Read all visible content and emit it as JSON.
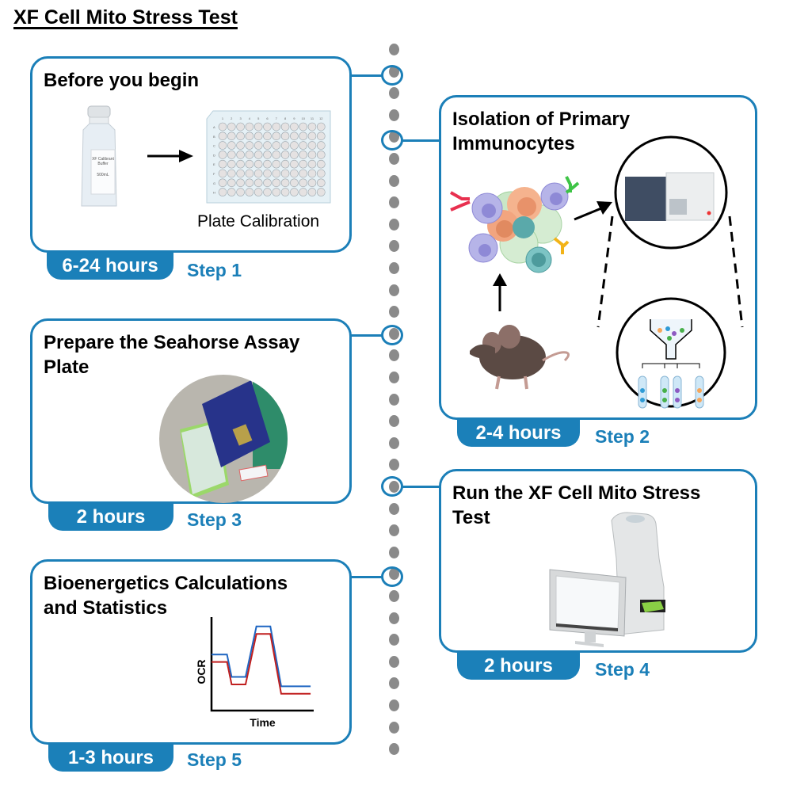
{
  "title": "XF Cell Mito Stress Test",
  "theme": {
    "accent": "#1b7fb8",
    "timeline_dot": "#8a8a8a",
    "series_blue": "#1f66c2",
    "series_red": "#c01f1f"
  },
  "steps": [
    {
      "step_label": "Step 1",
      "title": "Before you begin",
      "duration": "6-24 hours",
      "caption": "Plate Calibration",
      "bottle_label": [
        "XF Calibrant",
        "Buffer",
        "500mL"
      ],
      "plate_cols": [
        "1",
        "2",
        "3",
        "4",
        "5",
        "6",
        "7",
        "8",
        "9",
        "10",
        "11",
        "12"
      ],
      "plate_rows": [
        "A",
        "B",
        "C",
        "D",
        "E",
        "F",
        "G",
        "H"
      ]
    },
    {
      "step_label": "Step 2",
      "title": "Isolation of Primary Immunocytes",
      "title_line1": "Isolation of Primary",
      "title_line2": "Immunocytes",
      "duration": "2-4 hours"
    },
    {
      "step_label": "Step 3",
      "title": "Prepare the Seahorse Assay Plate",
      "title_line1": "Prepare the Seahorse Assay",
      "title_line2": "Plate",
      "duration": "2 hours"
    },
    {
      "step_label": "Step 4",
      "title": "Run the XF Cell Mito Stress Test",
      "title_line1": "Run the XF Cell Mito Stress",
      "title_line2": "Test",
      "duration": "2 hours"
    },
    {
      "step_label": "Step 5",
      "title": "Bioenergetics Calculations and Statistics",
      "title_line1": "Bioenergetics Calculations",
      "title_line2": "and Statistics",
      "duration": "1-3 hours"
    }
  ],
  "chart_data": {
    "type": "line",
    "title": "",
    "xlabel": "Time",
    "ylabel": "OCR",
    "x": [
      0,
      1,
      1.3,
      2.2,
      2.9,
      3.8,
      4.5,
      6.4
    ],
    "series": [
      {
        "name": "blue",
        "values": [
          6.0,
          6.0,
          3.6,
          3.6,
          9.0,
          9.0,
          2.6,
          2.6
        ]
      },
      {
        "name": "red",
        "values": [
          5.2,
          5.2,
          2.8,
          2.8,
          8.2,
          8.2,
          1.8,
          1.8
        ]
      }
    ],
    "xlim": [
      0,
      6.6
    ],
    "ylim": [
      0,
      10
    ],
    "grid": false,
    "legend": "none"
  }
}
